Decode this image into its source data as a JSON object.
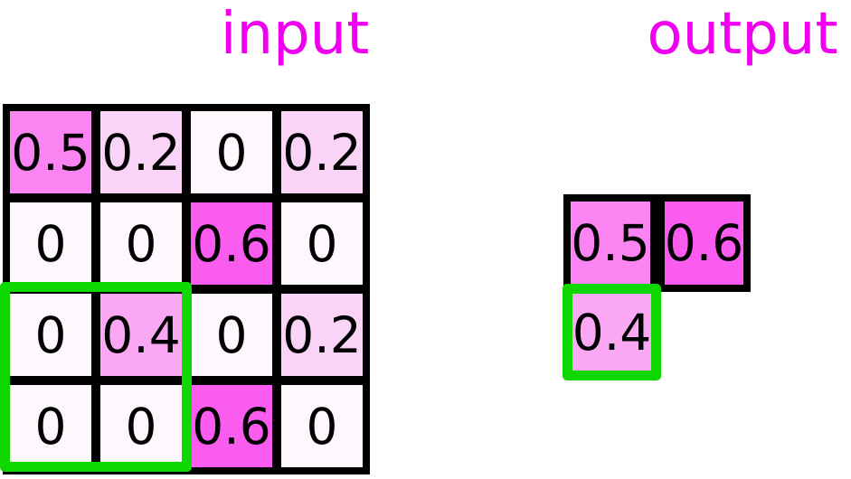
{
  "titles": {
    "input_label": "input",
    "output_label": "output"
  },
  "colors": {
    "title": "#ee00ee",
    "grid_line": "#000000",
    "highlight_green": "#0fd800",
    "value_fill": {
      "0": "#fef8fe",
      "0.2": "#fad4f7",
      "0.4": "#faa8f3",
      "0.5": "#fa84f1",
      "0.6": "#f95cef"
    }
  },
  "input_grid": {
    "rows": 4,
    "cols": 4,
    "values": [
      [
        "0.5",
        "0.2",
        "0",
        "0.2"
      ],
      [
        "0",
        "0",
        "0.6",
        "0"
      ],
      [
        "0",
        "0.4",
        "0",
        "0.2"
      ],
      [
        "0",
        "0",
        "0.6",
        "0"
      ]
    ],
    "cells": [
      {
        "value": "0.5",
        "color": "#fa84f1"
      },
      {
        "value": "0.2",
        "color": "#fad4f7"
      },
      {
        "value": "0",
        "color": "#fef8fe"
      },
      {
        "value": "0.2",
        "color": "#fad4f7"
      },
      {
        "value": "0",
        "color": "#fef8fe"
      },
      {
        "value": "0",
        "color": "#fef8fe"
      },
      {
        "value": "0.6",
        "color": "#f95cef"
      },
      {
        "value": "0",
        "color": "#fef8fe"
      },
      {
        "value": "0",
        "color": "#fef8fe"
      },
      {
        "value": "0.4",
        "color": "#faa8f3"
      },
      {
        "value": "0",
        "color": "#fef8fe"
      },
      {
        "value": "0.2",
        "color": "#fad4f7"
      },
      {
        "value": "0",
        "color": "#fef8fe"
      },
      {
        "value": "0",
        "color": "#fef8fe"
      },
      {
        "value": "0.6",
        "color": "#f95cef"
      },
      {
        "value": "0",
        "color": "#fef8fe"
      }
    ],
    "highlight_window": "green box over rows 3-4, columns 1-2"
  },
  "output_grid": {
    "cells": [
      {
        "value": "0.5",
        "color": "#fa84f1",
        "highlighted": false
      },
      {
        "value": "0.6",
        "color": "#f95cef",
        "highlighted": false
      },
      {
        "value": "0.4",
        "color": "#faa8f3",
        "highlighted": true
      }
    ]
  }
}
